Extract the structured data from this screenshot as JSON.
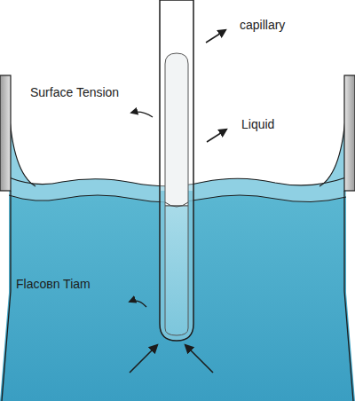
{
  "diagram": {
    "labels": [
      "capillary",
      "Surface Tension",
      "Liquid",
      "Flacoвn Tiam"
    ]
  }
}
